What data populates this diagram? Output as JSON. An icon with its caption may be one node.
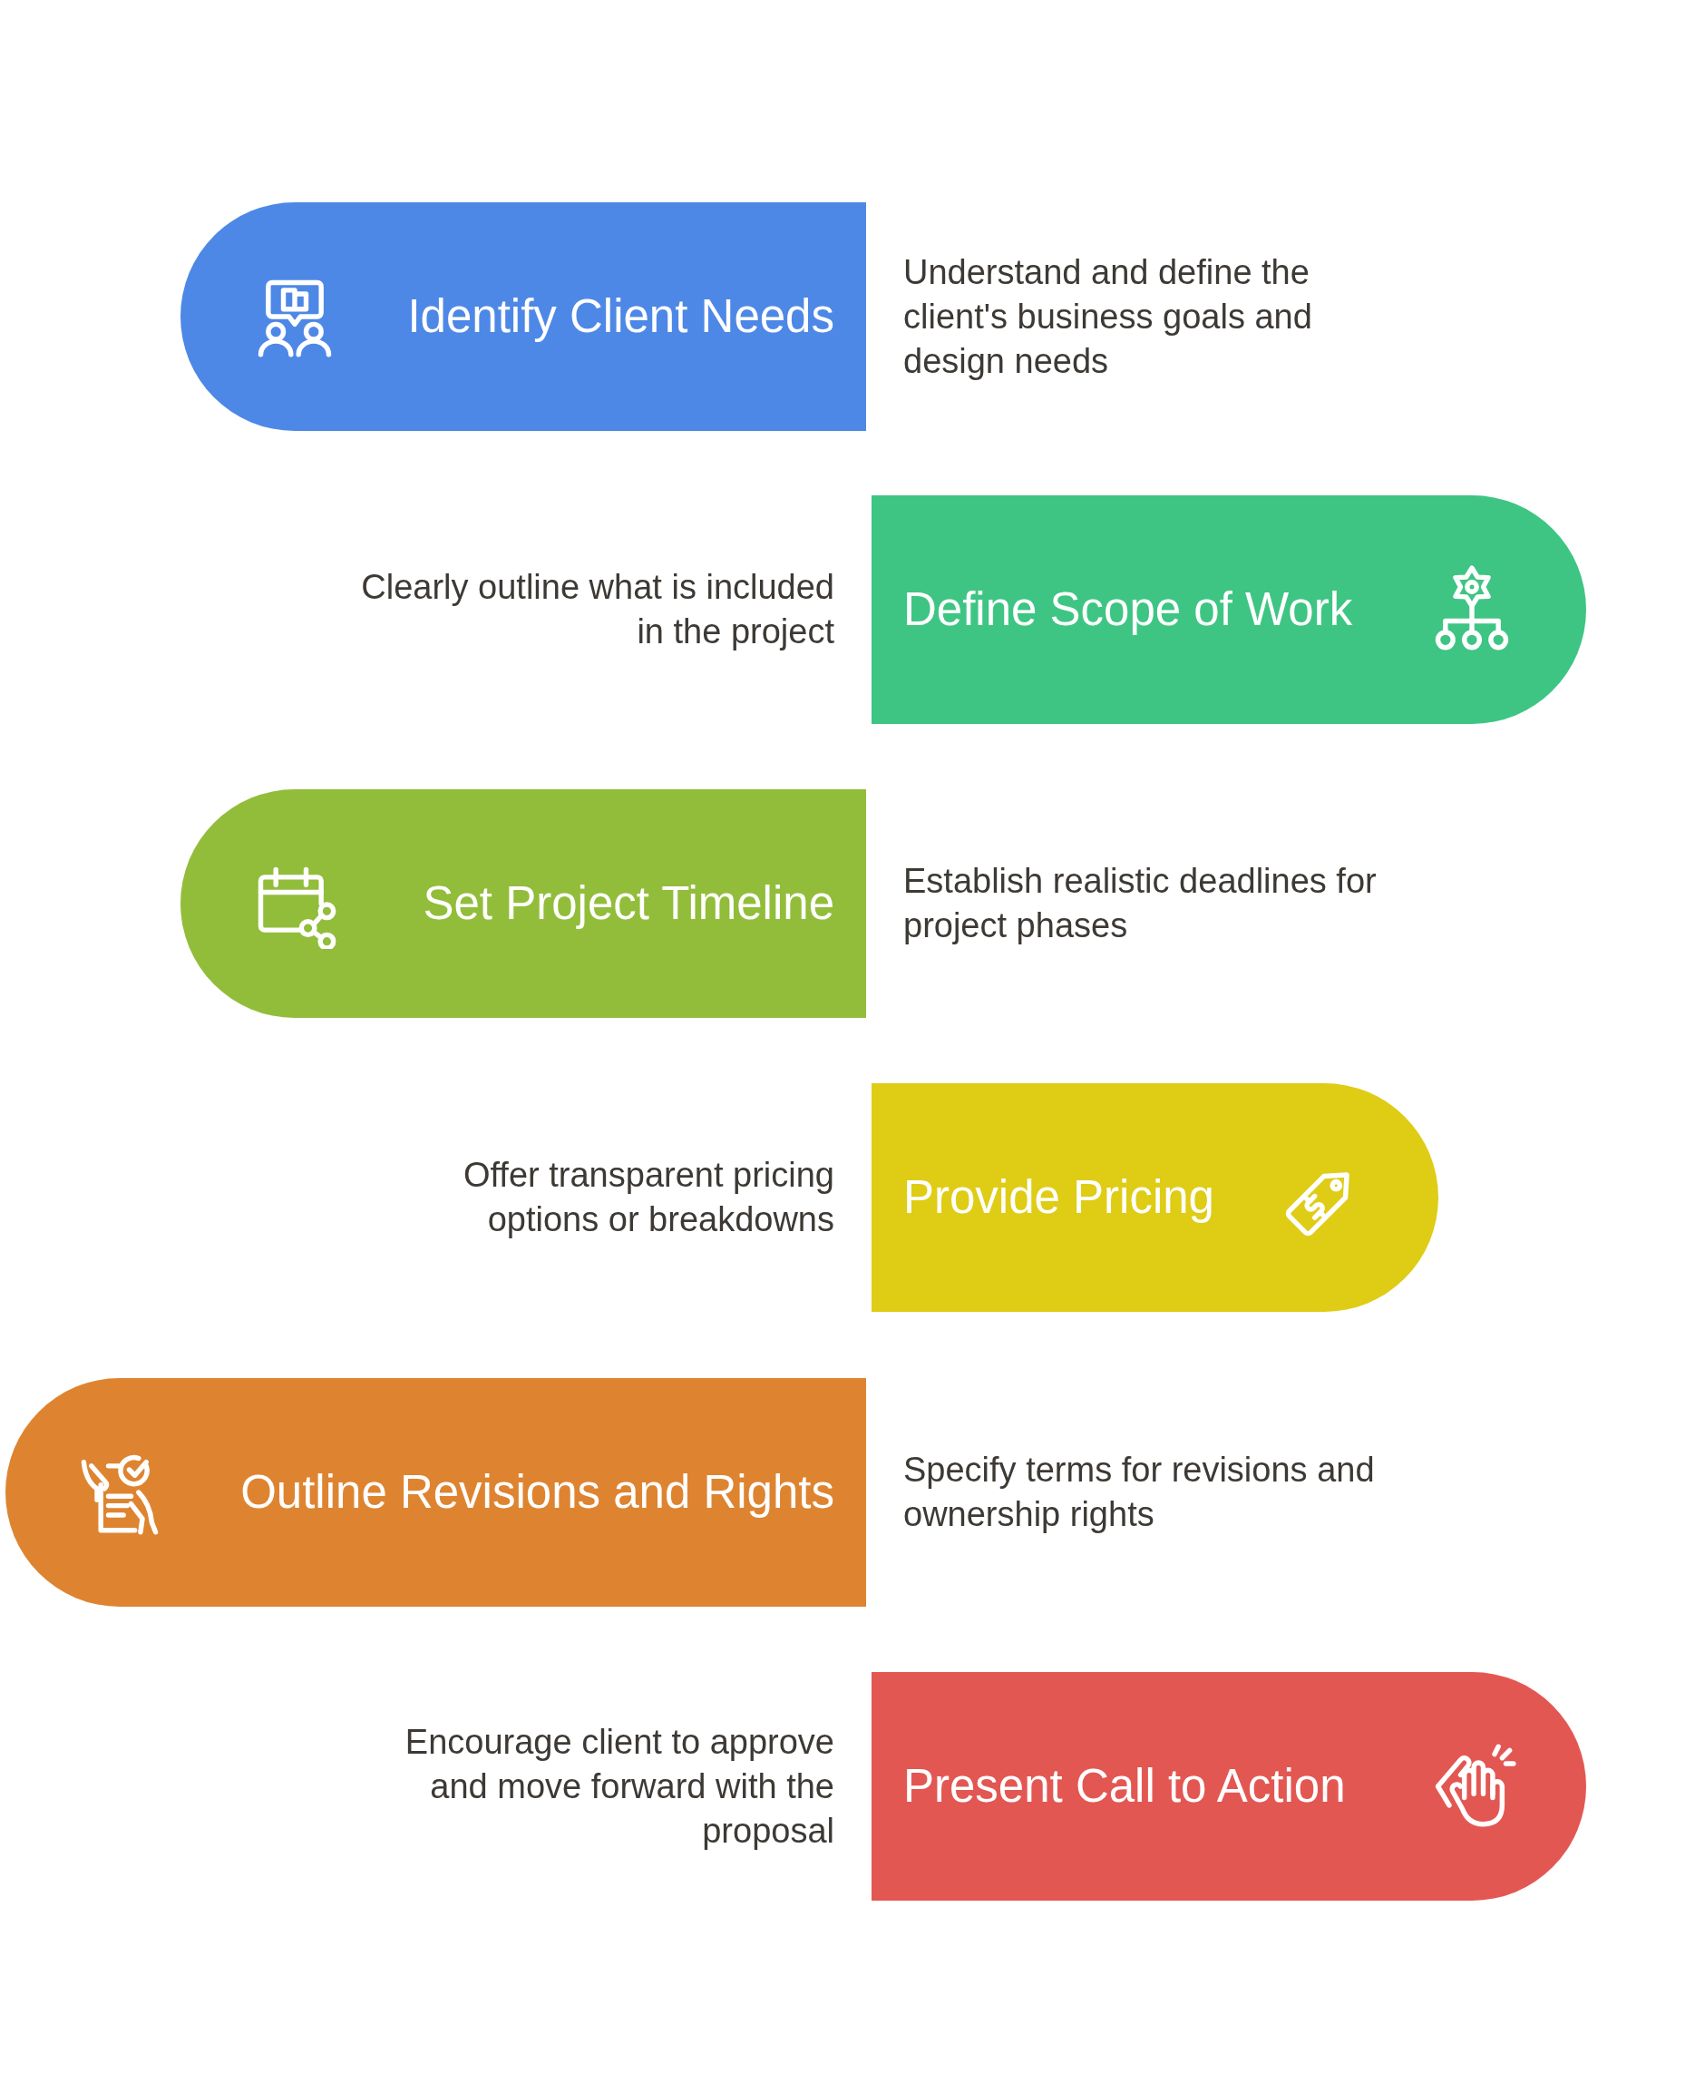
{
  "diagram": {
    "nodes": [
      {
        "text": [
          "Identify Client Needs"
        ],
        "beside": [
          "Understand and define the client's business goals and design needs"
        ]
      },
      {
        "text": [
          "Define Scope of Work"
        ],
        "beside": [
          "Clearly outline what is included in the project"
        ]
      },
      {
        "text": [
          "Set Project Timeline"
        ],
        "beside": [
          "Establish realistic deadlines for project phases"
        ]
      },
      {
        "text": [
          "Provide Pricing"
        ],
        "beside": [
          "Offer transparent pricing options or breakdowns"
        ]
      },
      {
        "text": [
          "Outline Revisions and Rights"
        ],
        "beside": [
          "Specify terms for revisions and ownership rights"
        ]
      },
      {
        "text": [
          "Present Call to Action"
        ],
        "beside": [
          "Encourage client to approve and move forward with the proposal"
        ]
      }
    ]
  }
}
